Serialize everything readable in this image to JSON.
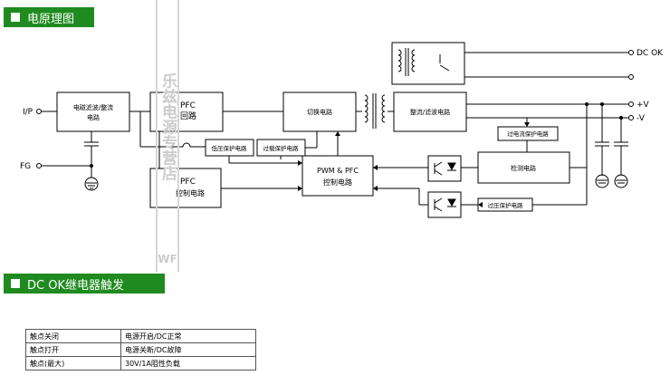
{
  "sections": {
    "schematic_title": "电原理图",
    "relay_title": "DC OK继电器触发"
  },
  "labels": {
    "ip": "I/P",
    "fg": "FG",
    "dcok": "DC OK",
    "plus_v": "+V",
    "minus_v": "-V"
  },
  "blocks": {
    "emi": [
      "电磁滤波/整流",
      "电路"
    ],
    "pfc_loop": [
      "PFC",
      "回路"
    ],
    "switch": "切换电路",
    "rect_filter": "整流/滤波电路",
    "ovp_in": "低压保护电路",
    "olp": "过载保护电路",
    "pfc_ctrl": [
      "PFC",
      "控制电路"
    ],
    "pwm_pfc": [
      "PWM & PFC",
      "控制电路"
    ],
    "ocp": "过电流保护电路",
    "detect": "检测电路",
    "ovp_out": "过压保护电路"
  },
  "watermark": {
    "logo": "WF",
    "text": "乐兹电源专营店"
  },
  "relay_table": {
    "rows": [
      [
        "触点关闭",
        "电源开启/DC正常"
      ],
      [
        "触点打开",
        "电源关断/DC故障"
      ],
      [
        "触点(最大)",
        "30V/1A阻性负载"
      ]
    ]
  },
  "colors": {
    "header_bg": "#1f8a1f",
    "line": "#000000",
    "watermark": "#cccccc"
  }
}
